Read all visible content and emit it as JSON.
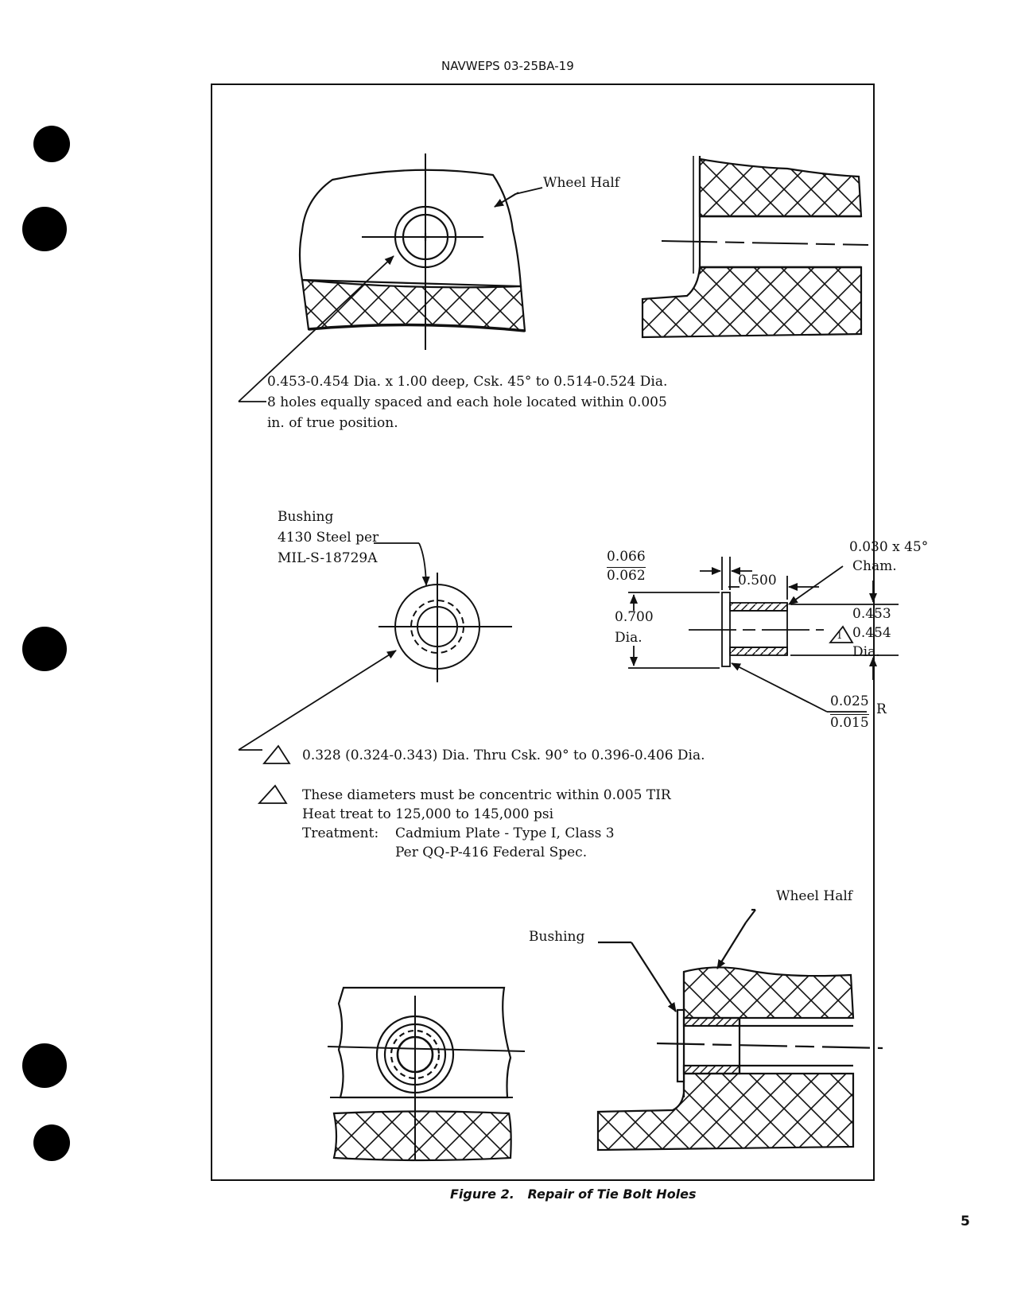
{
  "header": {
    "doc_number": "NAVWEPS 03-25BA-19"
  },
  "figure": {
    "caption": "Figure 2.   Repair of Tie Bolt Holes"
  },
  "page_number": "5",
  "top_view": {
    "wheel_half_label": "Wheel Half",
    "note": {
      "line1": "0.453-0.454 Dia. x 1.00 deep, Csk. 45° to 0.514-0.524 Dia.",
      "line2": "8 holes equally spaced and each hole located within 0.005",
      "line3": "in. of true position."
    }
  },
  "bushing_detail": {
    "title_line1": "Bushing",
    "title_line2": "4130 Steel per",
    "title_line3": "MIL-S-18729A",
    "dims": {
      "flange_upper": "0.066",
      "flange_lower": "0.062",
      "length": "0.500",
      "chamfer_line1": "0.030 x 45°",
      "chamfer_line2": "Cham.",
      "od_value": "0.700",
      "od_unit": "Dia.",
      "id_upper": "0.453",
      "id_lower": "0.454",
      "id_unit": "Dia.",
      "radius_upper": "0.025",
      "radius_lower": "0.015",
      "radius_unit": "R"
    },
    "callout_marker": "1",
    "hole_note": "0.328 (0.324-0.343) Dia. Thru Csk. 90° to 0.396-0.406 Dia.",
    "notes": {
      "concentric": "These diameters must be concentric within 0.005 TIR",
      "heat_treat": "Heat treat to 125,000 to 145,000 psi",
      "treatment_label": "Treatment:",
      "treatment_line1": "Cadmium Plate - Type I, Class 3",
      "treatment_line2": "Per QQ-P-416 Federal Spec."
    }
  },
  "bottom_view": {
    "wheel_half_label": "Wheel Half",
    "bushing_label": "Bushing"
  }
}
